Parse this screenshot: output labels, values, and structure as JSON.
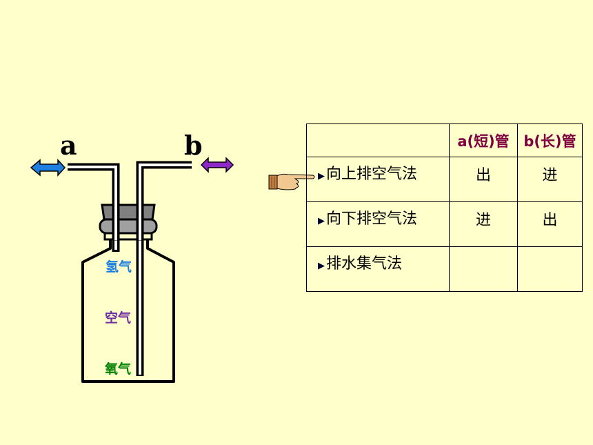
{
  "diagram": {
    "label_a": "a",
    "label_b": "b",
    "gas_labels": [
      {
        "text": "氢气",
        "color": "#1E7FE0"
      },
      {
        "text": "空气",
        "color": "#7030A0"
      },
      {
        "text": "氧气",
        "color": "#008000"
      }
    ],
    "arrow_a_color": "#1E7FE0",
    "arrow_b_color": "#8E28C8"
  },
  "table": {
    "headers": [
      "",
      "a(短)管",
      "b(长)管"
    ],
    "rows": [
      {
        "method": "向上排空气法",
        "a": "出",
        "b": "进"
      },
      {
        "method": "向下排空气法",
        "a": "进",
        "b": "出"
      },
      {
        "method": "排水集气法",
        "a": "",
        "b": ""
      }
    ]
  },
  "pointer": {
    "icon": "pointing-hand-icon"
  }
}
